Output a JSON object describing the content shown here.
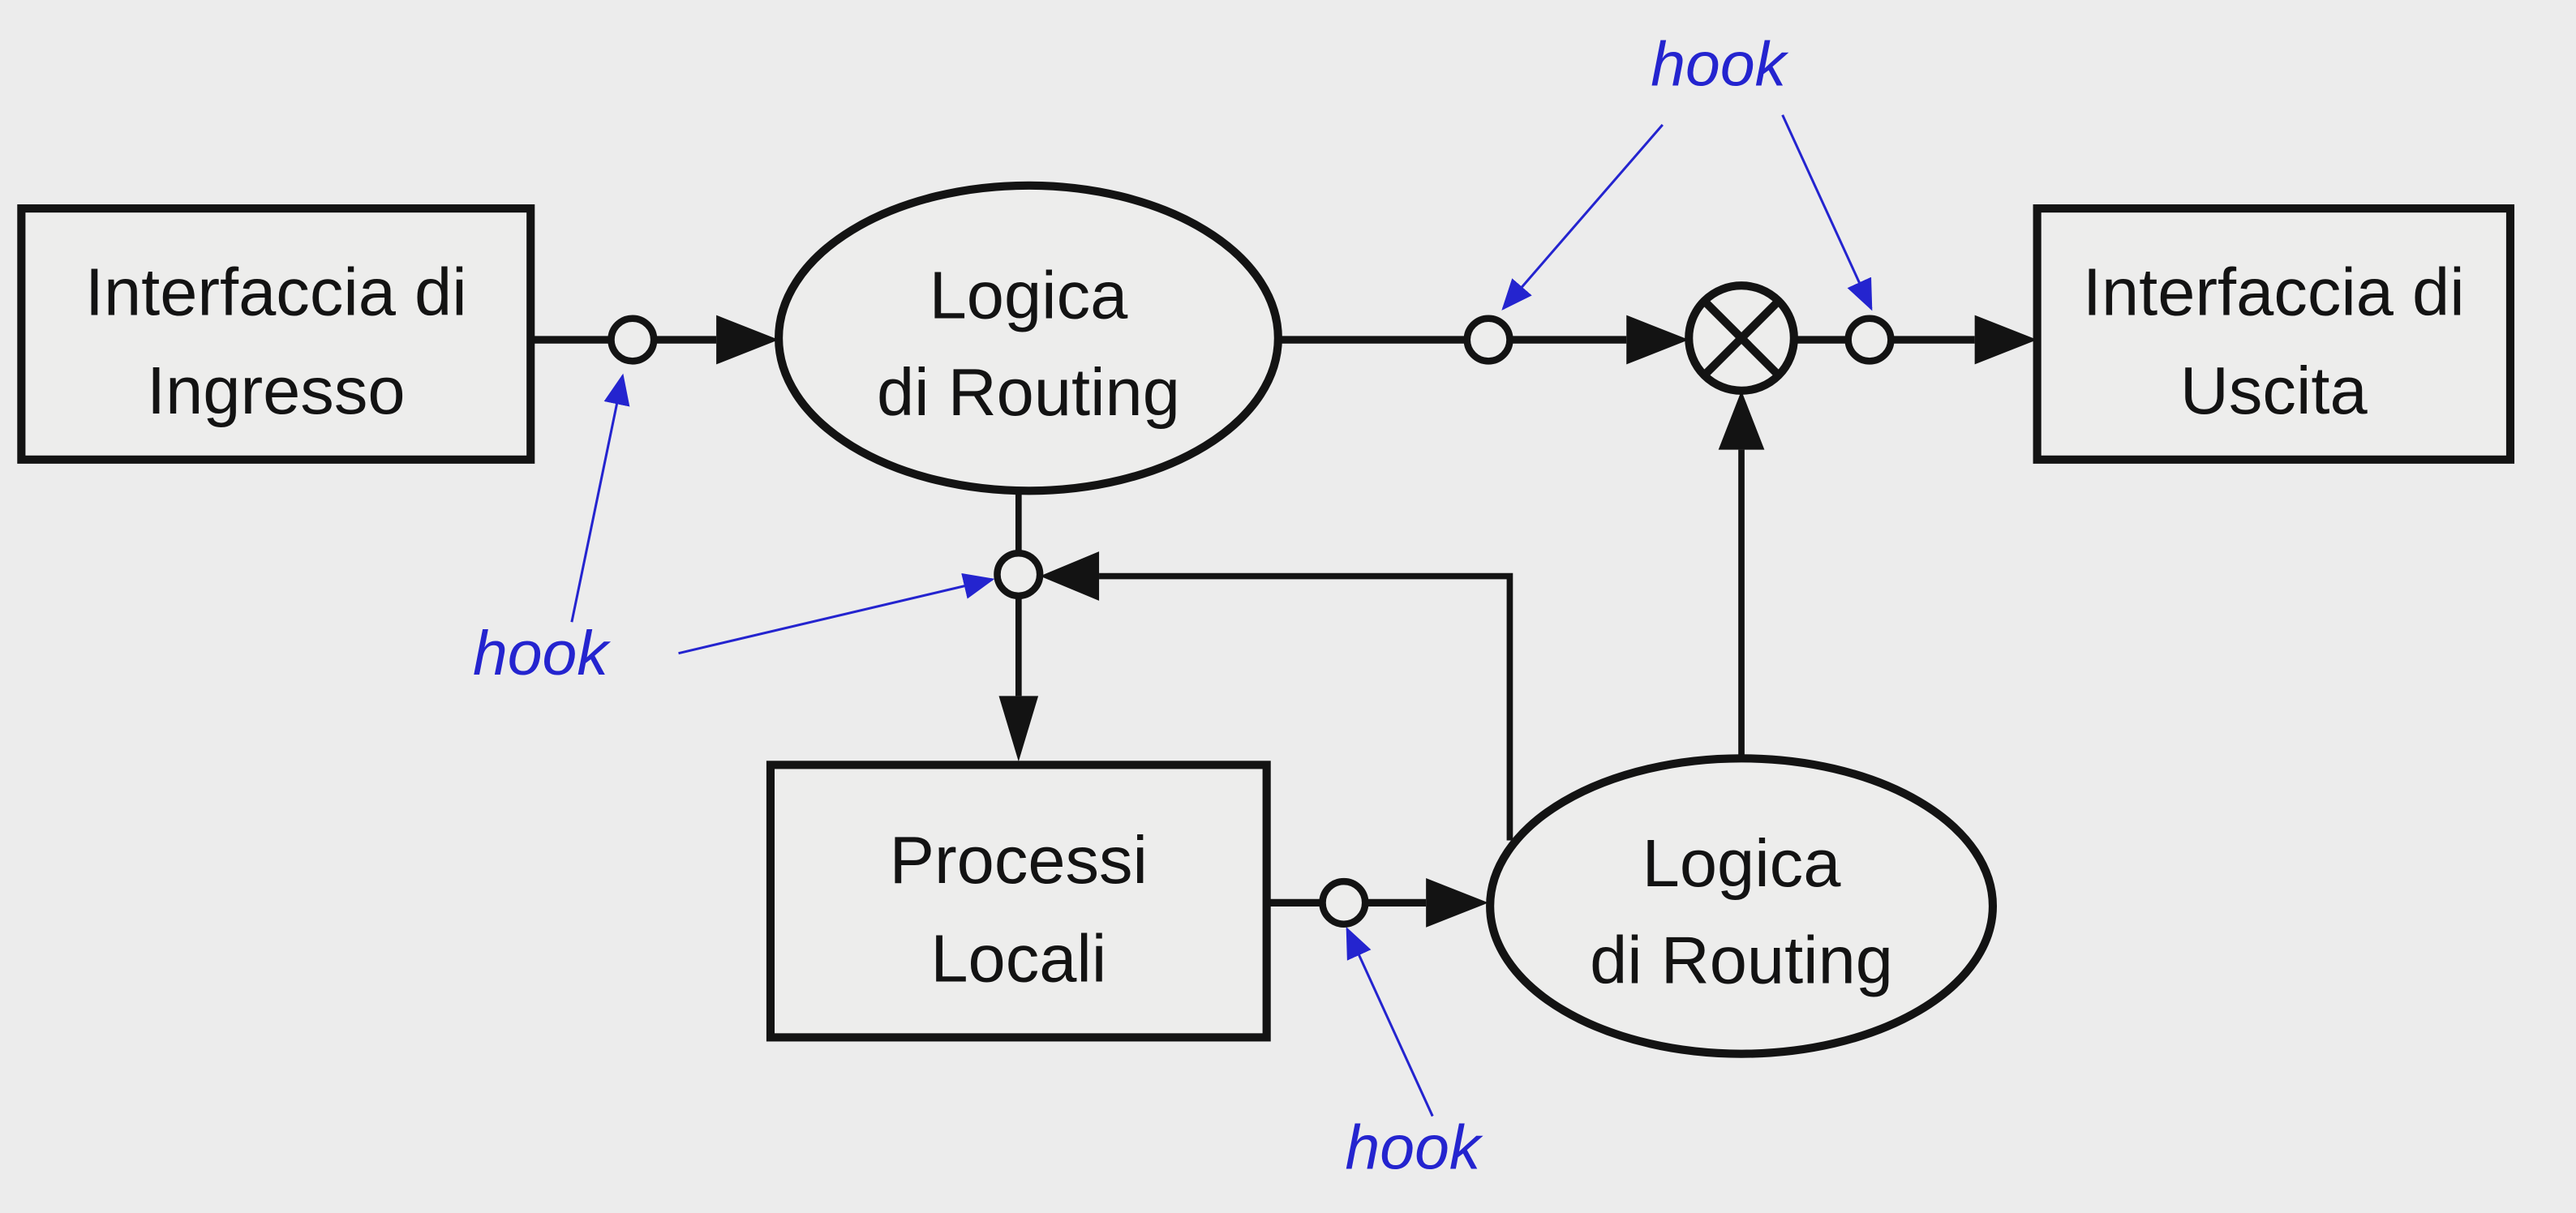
{
  "canvas": {
    "bg": "#ececec",
    "ink": "#131313",
    "accent": "#2424cf",
    "node_fill": "#ededec"
  },
  "icons": {
    "merge_node": "crossed-circle-merge-icon",
    "hook_point": "hook-circle-icon",
    "arrow": "flow-arrowhead-icon"
  },
  "nodes": {
    "input_interface": {
      "shape": "rect",
      "line1": "Interfaccia di",
      "line2": "Ingresso"
    },
    "routing_logic_top": {
      "shape": "ellipse",
      "line1": "Logica",
      "line2": "di Routing"
    },
    "output_interface": {
      "shape": "rect",
      "line1": "Interfaccia di",
      "line2": "Uscita"
    },
    "local_processes": {
      "shape": "rect",
      "line1": "Processi",
      "line2": "Locali"
    },
    "routing_logic_bottom": {
      "shape": "ellipse",
      "line1": "Logica",
      "line2": "di Routing"
    }
  },
  "annotations": {
    "hook_top": "hook",
    "hook_left": "hook",
    "hook_bottom": "hook"
  }
}
